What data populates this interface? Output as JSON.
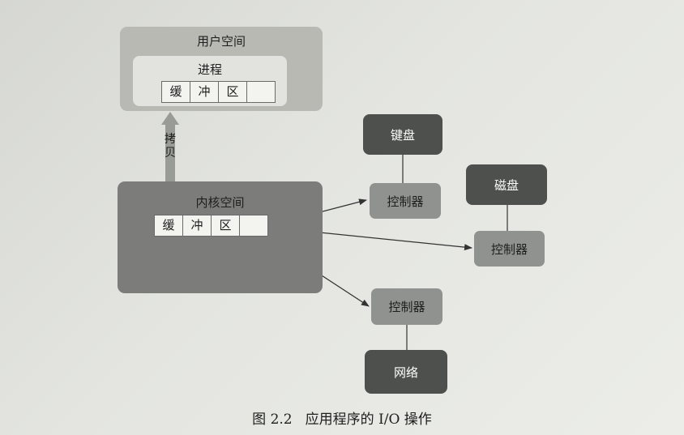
{
  "diagram": {
    "user_space": {
      "label": "用户空间"
    },
    "process": {
      "label": "进程"
    },
    "user_buffer": {
      "cells": [
        "缓",
        "冲",
        "区",
        ""
      ]
    },
    "copy": {
      "label": "拷贝"
    },
    "kernel_space": {
      "label": "内核空间"
    },
    "kernel_buffer": {
      "cells": [
        "缓",
        "冲",
        "区",
        ""
      ]
    },
    "devices": {
      "keyboard": {
        "label": "键盘",
        "controller": "控制器"
      },
      "disk": {
        "label": "磁盘",
        "controller": "控制器"
      },
      "network": {
        "label": "网络",
        "controller": "控制器"
      }
    },
    "colors": {
      "user_space": "#b9b9b3",
      "process": "#e2e3de",
      "kernel_space": "#7c7d7a",
      "device": "#4e504d",
      "controller": "#909290",
      "copy_arrow": "#999b96"
    }
  },
  "caption": {
    "figure": "图 2.2",
    "title": "应用程序的 I/O 操作"
  }
}
